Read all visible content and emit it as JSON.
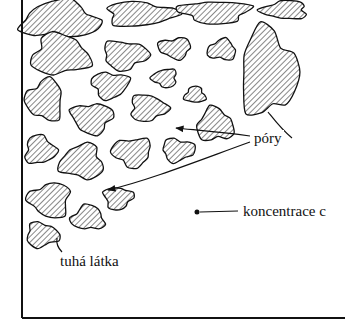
{
  "diagram": {
    "labels": [
      "póry",
      "koncentrace c",
      "tuhá látka"
    ]
  }
}
